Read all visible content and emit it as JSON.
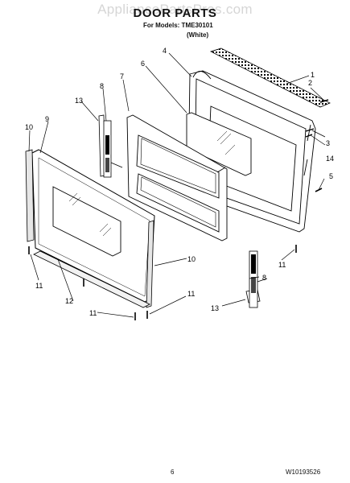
{
  "watermark": "AppliancePartsPros.com",
  "title": "DOOR PARTS",
  "models_line": "For Models: TME30101",
  "color_note": "(White)",
  "page_number": "6",
  "document_number": "W10193526",
  "callouts": [
    "1",
    "2",
    "3",
    "4",
    "5",
    "6",
    "7",
    "8",
    "9",
    "10",
    "11",
    "12",
    "13",
    "14"
  ]
}
